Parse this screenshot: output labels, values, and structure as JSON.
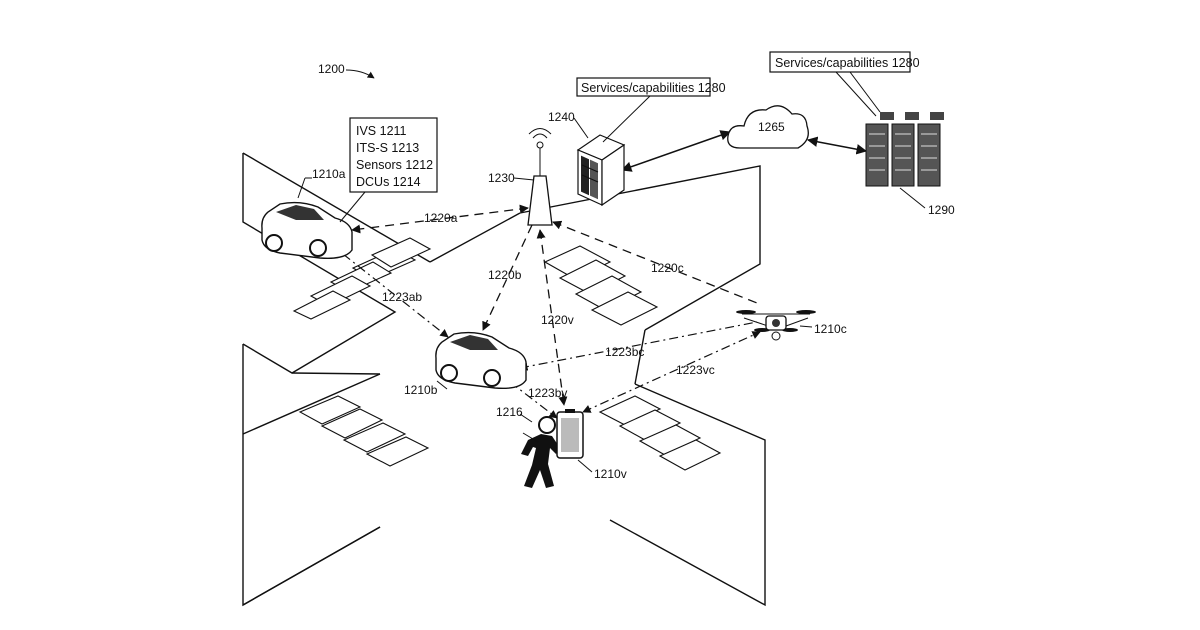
{
  "figure": {
    "figure_ref": "1200"
  },
  "labels": {
    "ivs_box": [
      "IVS 1211",
      "ITS-S 1213",
      "Sensors 1212",
      "DCUs 1214"
    ],
    "services_left": "Services/capabilities 1280",
    "services_right": "Services/capabilities 1280",
    "vehicle_a": "1210a",
    "vehicle_b": "1210b",
    "drone_c": "1210c",
    "device_v": "1210v",
    "pedestrian": "1216",
    "tower": "1230",
    "server_edge": "1240",
    "cloud": "1265",
    "datacenter": "1290",
    "link_a": "1220a",
    "link_b": "1220b",
    "link_c": "1220c",
    "link_v": "1220v",
    "link_ab": "1223ab",
    "link_bc": "1223bc",
    "link_vc": "1223vc",
    "link_bv": "1223bv"
  }
}
